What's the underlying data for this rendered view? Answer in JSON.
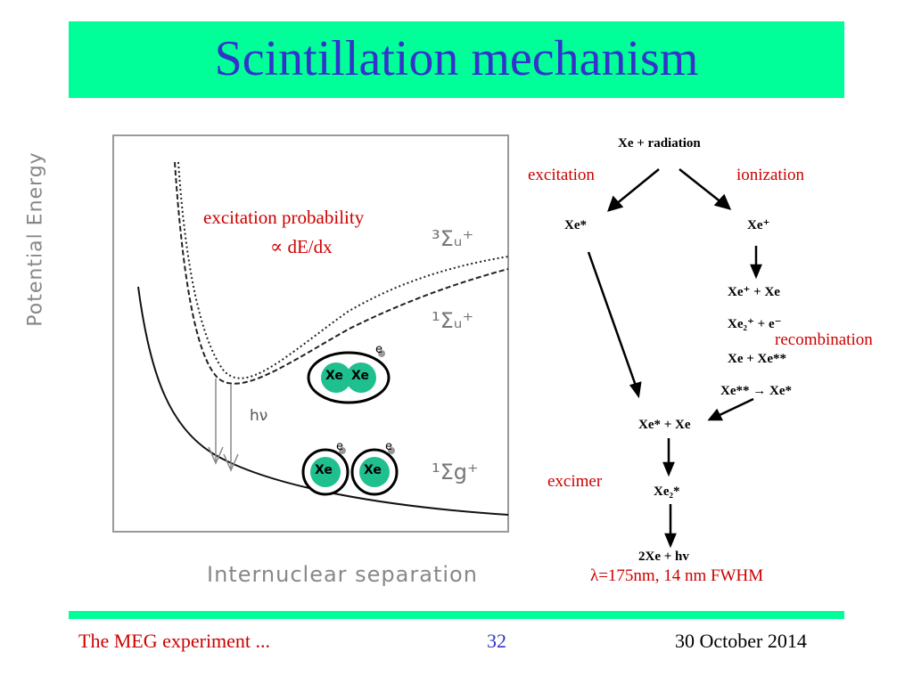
{
  "title": "Scintillation mechanism",
  "figure": {
    "y_axis_label": "Potential Energy",
    "x_axis_label": "Internuclear separation",
    "annotation_line1": "excitation probability",
    "annotation_line2": "∝ dE/dx",
    "hnu_label": "hν",
    "state_triplet_u": "³Σᵤ⁺",
    "state_singlet_u": "¹Σᵤ⁺",
    "state_singlet_g": "¹Σg⁺",
    "atom_label": "Xe",
    "electron_label": "e"
  },
  "flow": {
    "start": "Xe + radiation",
    "excitation": "excitation",
    "ionization": "ionization",
    "xe_star": "Xe*",
    "xe_ion": "Xe⁺",
    "xe_ion_xe": "Xe⁺ + Xe",
    "xe2_ion_e": "Xe₂⁺ + e⁻",
    "recombination": "recombination",
    "xe_xe2star": "Xe + Xe**",
    "xe2star_to_star": "Xe** → Xe*",
    "xe_star_xe": "Xe* + Xe",
    "excimer": "excimer",
    "xe2_star": "Xe₂*",
    "final": "2Xe + hv",
    "wavelength": "λ=175nm, 14 nm FWHM"
  },
  "footer": {
    "left": "The MEG experiment ...",
    "center": "32",
    "right": "30 October 2014"
  },
  "colors": {
    "accent_bar": "#00ff99",
    "title": "#3333cc",
    "red_text": "#cc0000",
    "xe_atom": "#1fbf8f"
  }
}
